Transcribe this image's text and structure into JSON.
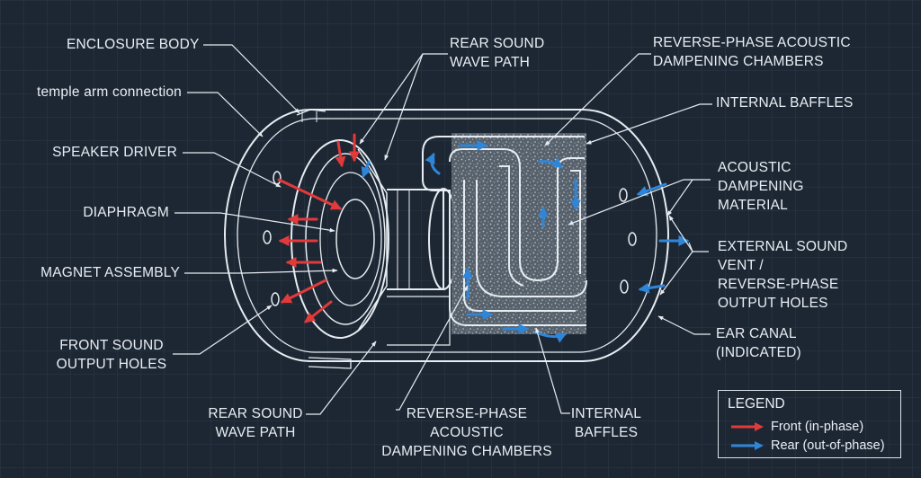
{
  "labels": {
    "enclosure_body": "ENCLOSURE BODY",
    "temple_arm": "temple arm connection",
    "speaker_driver": "SPEAKER DRIVER",
    "diaphragm": "DIAPHRAGM",
    "magnet_assembly": "MAGNET ASSEMBLY",
    "front_sound_1": "FRONT SOUND",
    "front_sound_2": "OUTPUT HOLES",
    "rear_top_1": "REAR SOUND",
    "rear_top_2": "WAVE PATH",
    "reverse_top_1": "REVERSE-PHASE ACOUSTIC",
    "reverse_top_2": "DAMPENING CHAMBERS",
    "baffles_top": "INTERNAL BAFFLES",
    "dampening_1": "ACOUSTIC",
    "dampening_2": "DAMPENING",
    "dampening_3": "MATERIAL",
    "vent_1": "EXTERNAL SOUND",
    "vent_2": "VENT /",
    "vent_3": "REVERSE-PHASE",
    "vent_4": "OUTPUT HOLES",
    "ear_1": "EAR CANAL",
    "ear_2": "(INDICATED)",
    "rear_bottom_1": "REAR SOUND",
    "rear_bottom_2": "WAVE PATH",
    "reverse_bottom_1": "REVERSE-PHASE",
    "reverse_bottom_2": "ACOUSTIC",
    "reverse_bottom_3": "DAMPENING CHAMBERS",
    "baffles_bottom_1": "INTERNAL",
    "baffles_bottom_2": "BAFFLES"
  },
  "legend": {
    "title": "LEGEND",
    "front": "Front (in-phase)",
    "rear": "Rear (out-of-phase)"
  },
  "colors": {
    "background": "#1d2733",
    "grid": "#2c3847",
    "line": "#e6ecf2",
    "front_arrow": "#e23a3a",
    "rear_arrow": "#2f86d9",
    "dampening_material": "#8a949e"
  }
}
